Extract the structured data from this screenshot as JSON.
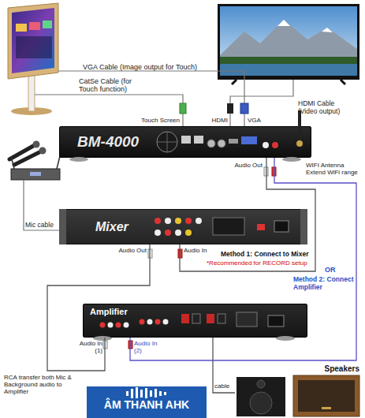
{
  "diagram": {
    "nodes": [
      {
        "text": [
          "BM-4000"
        ]
      },
      {
        "text": [
          "Mixer"
        ]
      },
      {
        "text": [
          "Amplifier"
        ]
      },
      {
        "text": [
          "Speakers"
        ]
      }
    ],
    "edges": [
      {
        "from": 0,
        "to": 1,
        "arrow": "none",
        "label": "Method 1: Connect to Mixer"
      },
      {
        "from": 1,
        "to": 2,
        "arrow": "none"
      },
      {
        "from": 0,
        "to": 2,
        "arrow": "none",
        "label": "Method 2: Connect Amplifier"
      },
      {
        "from": 2,
        "to": 3,
        "arrow": "none"
      }
    ],
    "labels": [
      "VGA Cable (Image output for Touch)",
      "CatSe Cable (for Touch function)",
      "HDMI Cable (Video output)",
      "Touch Screen",
      "HDMI",
      "VGA",
      "WIFI Antenna Extend WiFi range",
      "Audio Out",
      "Mic cable",
      "Audio Out",
      "Audio In",
      "*Recommended for RECORD setup",
      "OR",
      "Audio In (1)",
      "Audio In (2)",
      "RCA transfer both Mic & Background audio to Amplifier",
      "cable",
      "ÂM THANH AHK"
    ]
  }
}
